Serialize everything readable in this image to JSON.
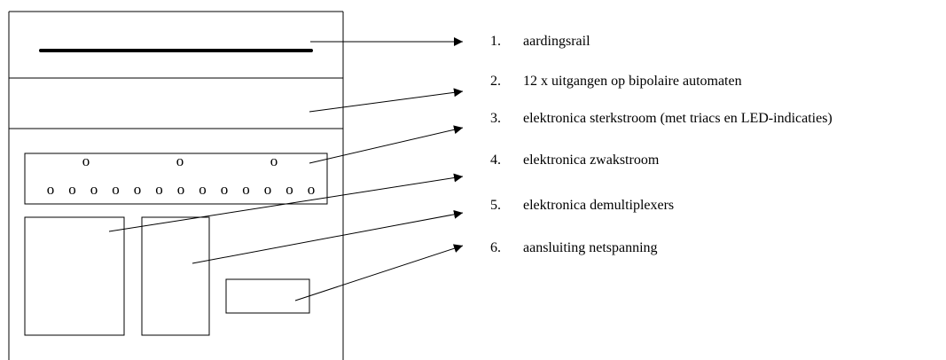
{
  "cabinet": {
    "led_glyph": "o",
    "top_led_count": 3,
    "bottom_led_count": 13
  },
  "labels": [
    {
      "number": "1.",
      "text": "aardingsrail"
    },
    {
      "number": "2.",
      "text": "12 x uitgangen op bipolaire automaten"
    },
    {
      "number": "3.",
      "text": "elektronica sterkstroom (met triacs en LED-indicaties)"
    },
    {
      "number": "4.",
      "text": "elektronica zwakstroom"
    },
    {
      "number": "5.",
      "text": "elektronica demultiplexers"
    },
    {
      "number": "6.",
      "text": "aansluiting netspanning"
    }
  ]
}
